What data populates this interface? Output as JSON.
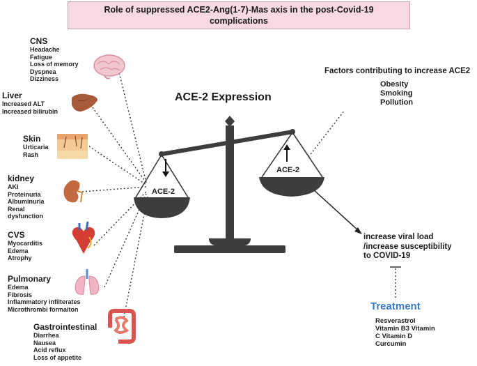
{
  "title": {
    "line1": "Role of suppressed ACE2-Ang(1-7)-Mas axis in the post-Covid-19",
    "line2": "complications"
  },
  "center_label": "ACE-2 Expression",
  "left_pan_label": "ACE-2",
  "right_pan_label": "ACE-2",
  "organs": {
    "cns": {
      "heading": "CNS",
      "items": [
        "Headache",
        "Fatigue",
        "Loss of memory",
        "Dyspnea",
        "Dizziness"
      ]
    },
    "liver": {
      "heading": "Liver",
      "items": [
        "Increased ALT",
        "Increased bilirubin"
      ]
    },
    "skin": {
      "heading": "Skin",
      "items": [
        "Urticaria",
        "Rash"
      ]
    },
    "kidney": {
      "heading": "kidney",
      "items": [
        "AKI",
        "Proteinuria",
        "Albuminuria",
        "Renal",
        "dysfunction"
      ]
    },
    "cvs": {
      "heading": "CVS",
      "items": [
        "Myocarditis",
        "Edema",
        "Atrophy"
      ]
    },
    "pulmonary": {
      "heading": "Pulmonary",
      "items": [
        "Edema",
        "Fibrosis",
        "Inflammatory infilterates",
        "Microthrombi formaiton"
      ]
    },
    "gi": {
      "heading": "Gastrointestinal",
      "items": [
        "Diarrhea",
        "Nausea",
        "Acid reflux",
        "Loss of appetite"
      ]
    }
  },
  "factors": {
    "title": "Factors contributing to increase ACE2",
    "items": [
      "Obesity",
      "Smoking",
      "Pollution"
    ]
  },
  "effect": {
    "lines": [
      "increase viral load",
      "/increase susceptibility",
      "to COVID-19"
    ]
  },
  "treatment": {
    "title": "Treatment",
    "items": [
      "Resverastrol",
      "Vitamin B3 Vitamin",
      "C Vitamin D",
      "Curcumin"
    ]
  },
  "colors": {
    "title_bg": "#f7d9e1",
    "treatment_title": "#3a7bc8",
    "scale": "#3d3d3d"
  }
}
